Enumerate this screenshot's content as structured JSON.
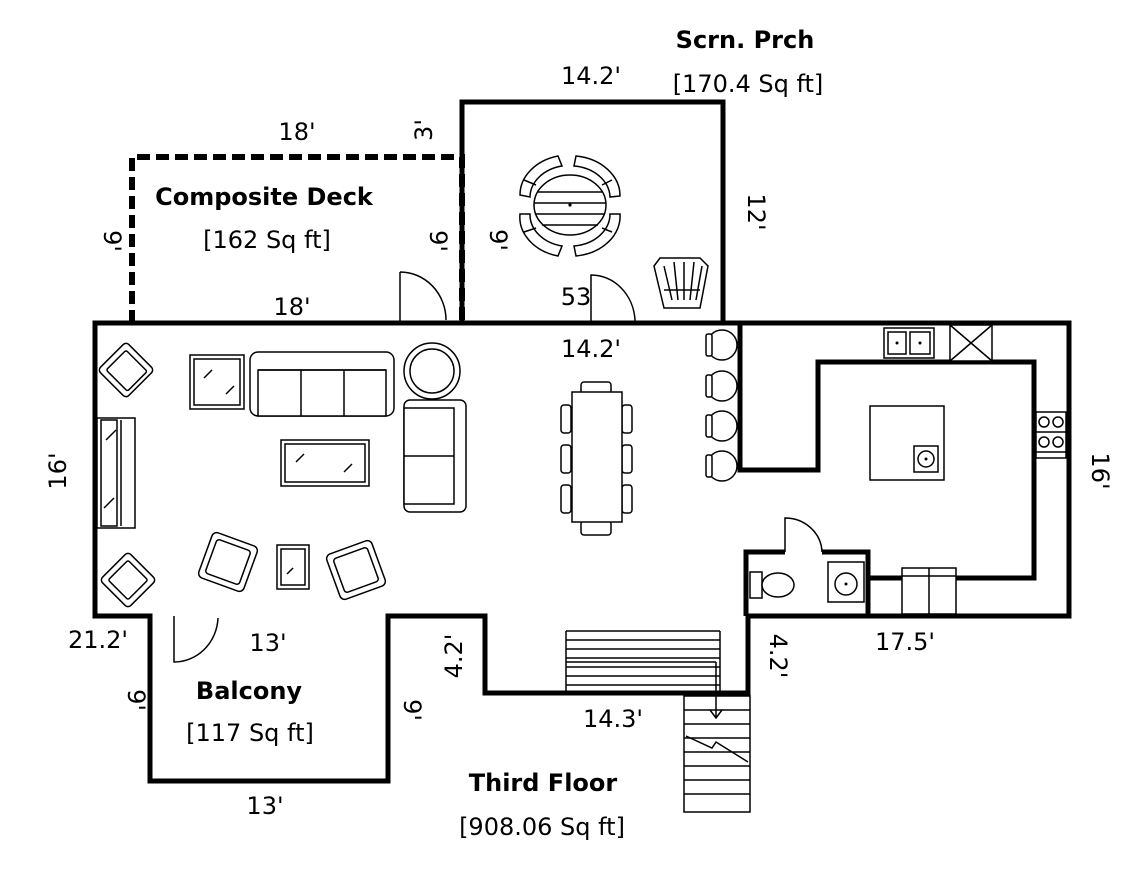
{
  "rooms": {
    "screened_porch": {
      "name": "Scrn. Prch",
      "area": "[170.4 Sq ft]"
    },
    "composite_deck": {
      "name": "Composite Deck",
      "area": "[162 Sq ft]"
    },
    "balcony": {
      "name": "Balcony",
      "area": "[117 Sq ft]"
    },
    "third_floor": {
      "name": "Third Floor",
      "area": "[908.06 Sq ft]"
    }
  },
  "dimensions": {
    "porch_top": "14.2'",
    "porch_right": "12'",
    "porch_left": "9'",
    "porch_door": "53",
    "deck_top": "18'",
    "deck_bottom": "18'",
    "deck_left": "9'",
    "deck_right": "9'",
    "deck_offset": "3'",
    "main_top": "14.2'",
    "main_left": "16'",
    "main_right": "16'",
    "main_bottom_left": "21.2'",
    "main_bottom_right": "17.5'",
    "balcony_top": "13'",
    "balcony_bottom": "13'",
    "balcony_left": "9'",
    "balcony_right": "9'",
    "stair_bay_left": "4.2'",
    "stair_bay_right": "4.2'",
    "stair_bay_bottom": "14.3'"
  }
}
